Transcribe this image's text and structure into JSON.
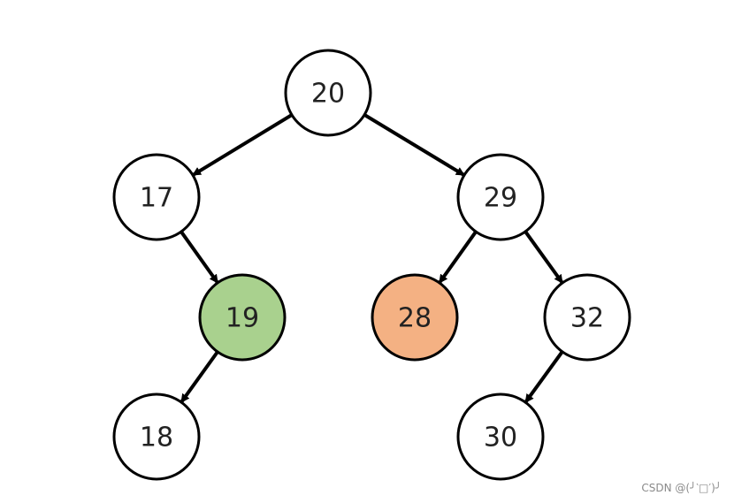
{
  "tree": {
    "nodes": [
      {
        "id": "n20",
        "label": "20",
        "fill": "#ffffff"
      },
      {
        "id": "n17",
        "label": "17",
        "fill": "#ffffff"
      },
      {
        "id": "n29",
        "label": "29",
        "fill": "#ffffff"
      },
      {
        "id": "n19",
        "label": "19",
        "fill": "#a9d18e"
      },
      {
        "id": "n28",
        "label": "28",
        "fill": "#f4b183"
      },
      {
        "id": "n32",
        "label": "32",
        "fill": "#ffffff"
      },
      {
        "id": "n18",
        "label": "18",
        "fill": "#ffffff"
      },
      {
        "id": "n30",
        "label": "30",
        "fill": "#ffffff"
      }
    ],
    "edges": [
      {
        "from": "n20",
        "to": "n17"
      },
      {
        "from": "n20",
        "to": "n29"
      },
      {
        "from": "n17",
        "to": "n19"
      },
      {
        "from": "n29",
        "to": "n28"
      },
      {
        "from": "n29",
        "to": "n32"
      },
      {
        "from": "n19",
        "to": "n18"
      },
      {
        "from": "n32",
        "to": "n30"
      }
    ],
    "stroke_color": "#000000"
  },
  "watermark": {
    "text": "CSDN @(╯‵□′)╯"
  }
}
